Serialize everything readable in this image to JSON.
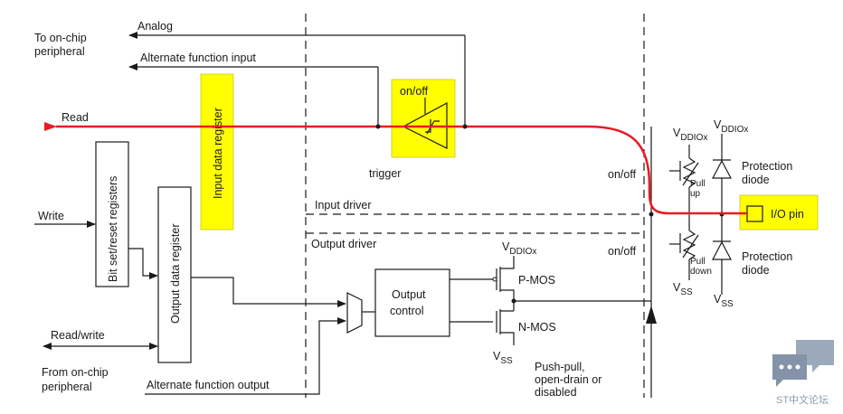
{
  "labels": {
    "to_onchip": [
      "To on-chip",
      "peripheral"
    ],
    "analog": "Analog",
    "alt_func_input": "Alternate function input",
    "read": "Read",
    "write": "Write",
    "read_write": "Read/write",
    "from_onchip": [
      "From on-chip",
      "peripheral"
    ],
    "alt_func_output": "Alternate function output",
    "bit_set_reset": "Bit set/reset registers",
    "output_data_reg": "Output data register",
    "input_data_reg": "Input data register",
    "on_off_trigger": "on/off",
    "trigger": "trigger",
    "input_driver": "Input driver",
    "output_driver": "Output driver",
    "output_control": [
      "Output",
      "control"
    ],
    "pmos": "P-MOS",
    "nmos": "N-MOS",
    "vddiox_main": "V",
    "vddiox_sub": "DDIOx",
    "vss_main": "V",
    "vss_sub": "SS",
    "on_off_top": "on/off",
    "on_off_bottom": "on/off",
    "pull_up": [
      "Pull",
      "up"
    ],
    "pull_down": [
      "Pull",
      "down"
    ],
    "protection_diode": [
      "Protection",
      "diode"
    ],
    "io_pin": "I/O pin",
    "push_pull": [
      "Push-pull,",
      "open-drain or",
      "disabled"
    ],
    "watermark": "ST中文论坛"
  },
  "colors": {
    "highlight": "#ffff00",
    "read_path": "#e81c24",
    "line": "#1a1a1a",
    "watermark": "#8a9bb0"
  },
  "icons": {
    "watermark": "chat-bubble-icon"
  }
}
